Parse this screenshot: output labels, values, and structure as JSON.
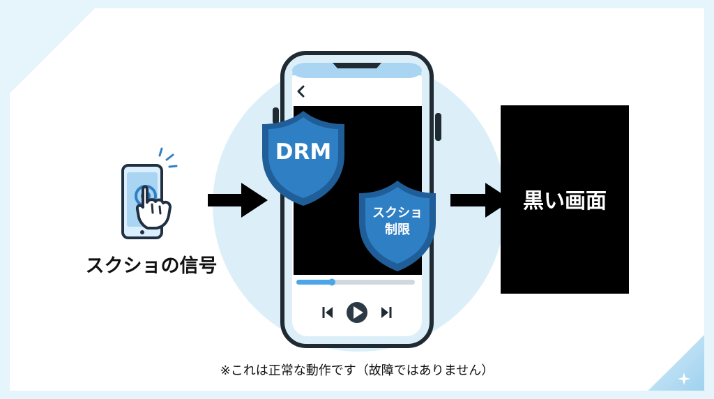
{
  "labels": {
    "screenshot_signal": "スクショの信号",
    "drm": "DRM",
    "capture_restriction_line1": "スクショ",
    "capture_restriction_line2": "制限",
    "black_screen": "黒い画面",
    "note": "※これは正常な動作です（故障ではありません）"
  },
  "icons": {
    "left_device": "tapping-phone-icon",
    "main_device": "video-player-phone-icon",
    "protection": "shield-icon",
    "forward": "arrow-icon",
    "decorative_star": "sparkle-icon"
  },
  "colors": {
    "page_background": "#e6f4fb",
    "card_background": "#ffffff",
    "accent_blue": "#2f7fc4",
    "accent_blue_dark": "#1f5e98",
    "light_blue": "#a9d5f3",
    "halo_blue": "#dceff8",
    "black": "#000000",
    "text": "#111111",
    "white": "#ffffff"
  },
  "player": {
    "progress": 0.3
  }
}
